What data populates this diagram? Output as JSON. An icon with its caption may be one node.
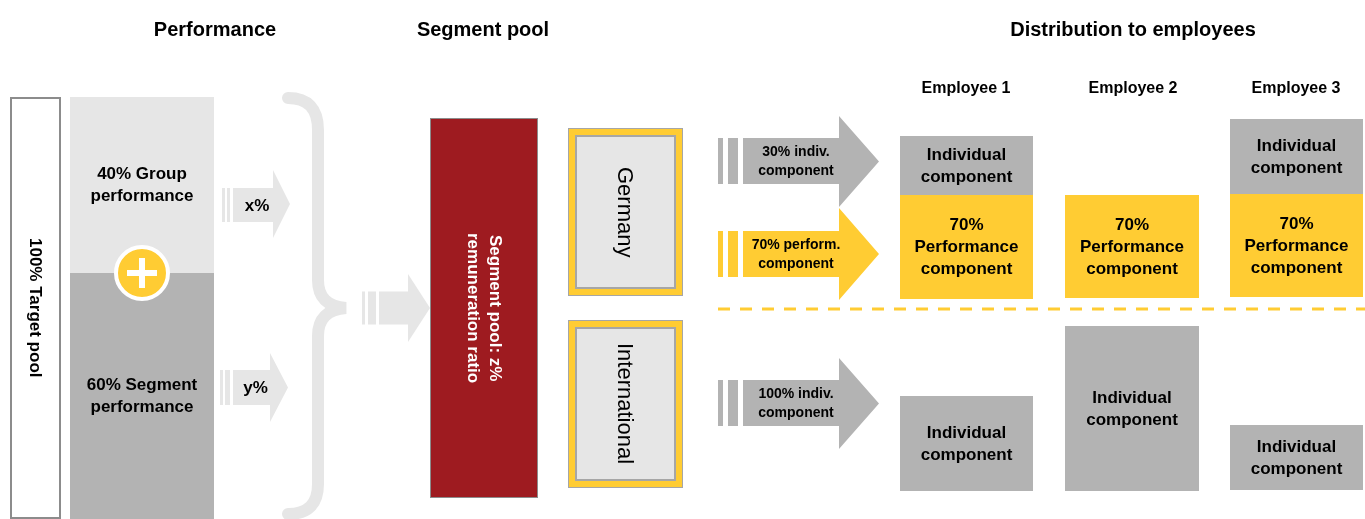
{
  "diagram": {
    "nodes": [
      {
        "text": [
          "100% Target pool"
        ]
      },
      {
        "text": [
          "40% Group performance"
        ]
      },
      {
        "text": [
          "60% Segment performance"
        ]
      },
      {
        "text": [
          "x%"
        ]
      },
      {
        "text": [
          "y%"
        ]
      },
      {
        "text": [
          "Segment pool: z% remuneration ratio"
        ]
      },
      {
        "text": [
          "Germany"
        ]
      },
      {
        "text": [
          "International"
        ]
      },
      {
        "text": [
          "30% indiv. component"
        ]
      },
      {
        "text": [
          "70% perform. component"
        ]
      },
      {
        "text": [
          "100% indiv. component"
        ]
      },
      {
        "text": [
          "Individual component"
        ]
      },
      {
        "text": [
          "70% Performance component"
        ]
      },
      {
        "text": [
          "70% Performance component"
        ]
      },
      {
        "text": [
          "Individual component"
        ]
      },
      {
        "text": [
          "70% Performance component"
        ]
      },
      {
        "text": [
          "Individual component"
        ]
      },
      {
        "text": [
          "Individual component"
        ]
      },
      {
        "text": [
          "Individual component"
        ]
      }
    ],
    "edges": [
      {
        "from": null,
        "to": 5,
        "arrow": "to"
      }
    ],
    "labels": [
      "Performance",
      "Segment pool",
      "Distribution to employees",
      "Employee 1",
      "Employee 2",
      "Employee 3"
    ]
  }
}
